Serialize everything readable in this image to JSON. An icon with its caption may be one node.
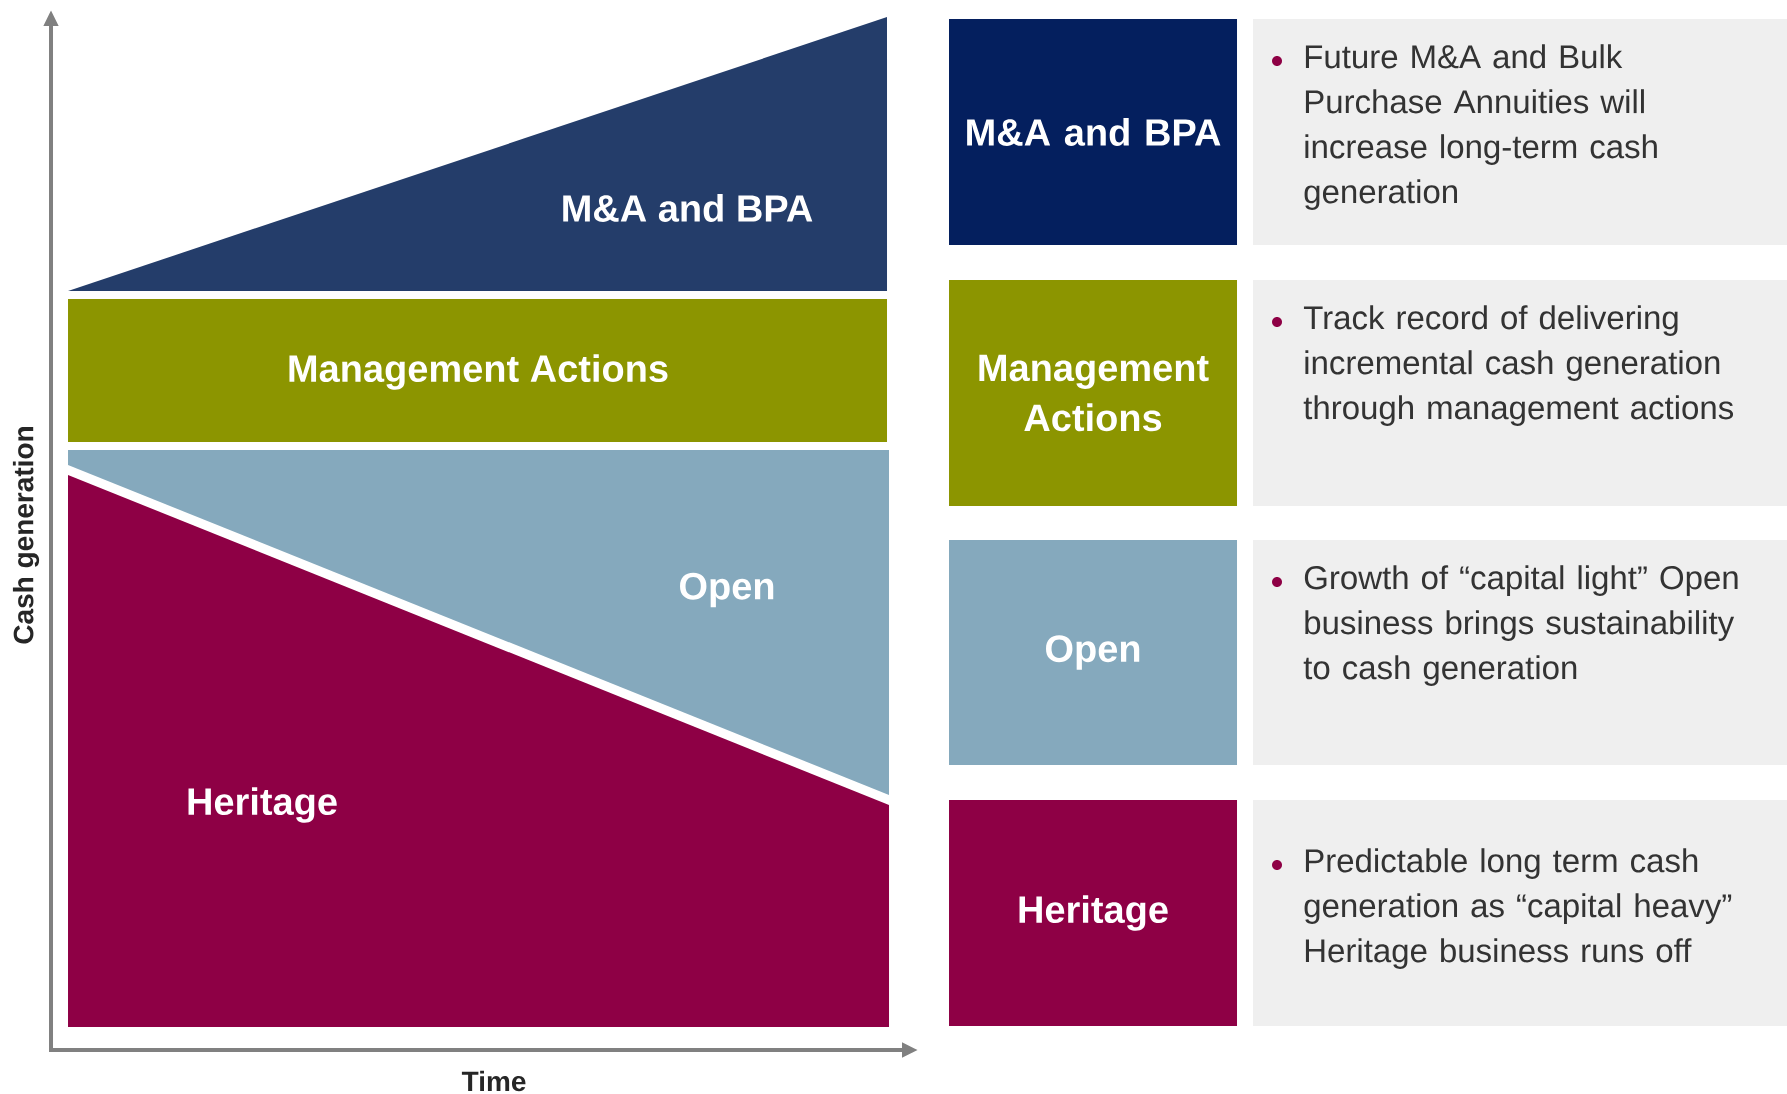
{
  "diagram": {
    "nodes": [
      {
        "text": [
          "M&A and BPA"
        ]
      },
      {
        "text": [
          "Management Actions"
        ]
      },
      {
        "text": [
          "Open"
        ]
      },
      {
        "text": [
          "Heritage"
        ]
      },
      {
        "text": [
          "M&A and BPA"
        ]
      },
      {
        "text": [
          "Future M&A and Bulk Purchase Annuities will increase long-term cash generation"
        ]
      },
      {
        "text": [
          "Management Actions"
        ]
      },
      {
        "text": [
          "Track record of delivering incremental cash generation through management actions"
        ]
      },
      {
        "text": [
          "Open"
        ]
      },
      {
        "text": [
          "Growth of “capital light” Open business brings sustainability to cash generation"
        ]
      },
      {
        "text": [
          "Heritage"
        ]
      },
      {
        "text": [
          "Predictable long term cash generation as “capital heavy” Heritage business runs off"
        ]
      }
    ],
    "edges": [],
    "labels": [
      "Cash generation",
      "Time"
    ]
  }
}
